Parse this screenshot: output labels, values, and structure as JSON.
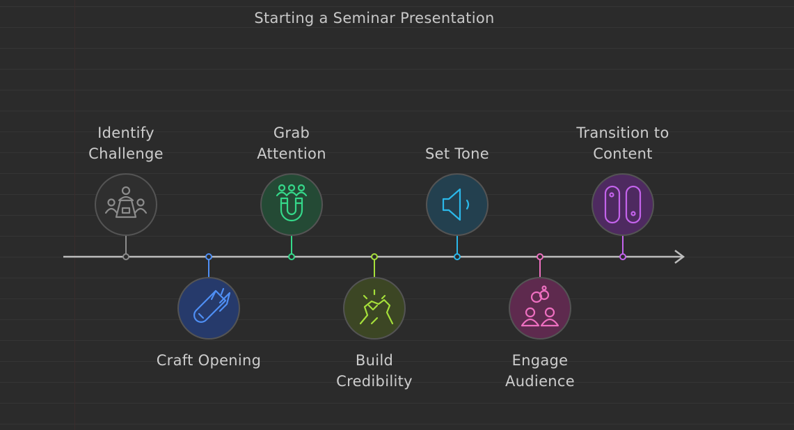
{
  "title": "Starting a Seminar Presentation",
  "steps": [
    {
      "label_lines": [
        "Identify",
        "Challenge"
      ],
      "icon": "meeting-table-icon",
      "color": "#8c8c8c",
      "fill": "#2f2f2f",
      "position": "top"
    },
    {
      "label_lines": [
        "Craft Opening"
      ],
      "icon": "seam-ripper-icon",
      "color": "#4f8ff5",
      "fill": "#263a6b",
      "position": "bottom"
    },
    {
      "label_lines": [
        "Grab",
        "Attention"
      ],
      "icon": "magnet-people-icon",
      "color": "#35d98a",
      "fill": "#244a35",
      "position": "top"
    },
    {
      "label_lines": [
        "Build",
        "Credibility"
      ],
      "icon": "handshake-icon",
      "color": "#a6e03a",
      "fill": "#3c4624",
      "position": "bottom"
    },
    {
      "label_lines": [
        "Set Tone"
      ],
      "icon": "speaker-icon",
      "color": "#2bb8ea",
      "fill": "#23404f",
      "position": "top"
    },
    {
      "label_lines": [
        "Engage",
        "Audience"
      ],
      "icon": "linked-people-icon",
      "color": "#ee6fc0",
      "fill": "#5e2a4e",
      "position": "bottom"
    },
    {
      "label_lines": [
        "Transition to",
        "Content"
      ],
      "icon": "toggle-switches-icon",
      "color": "#c463ec",
      "fill": "#4e2a60",
      "position": "top"
    }
  ]
}
